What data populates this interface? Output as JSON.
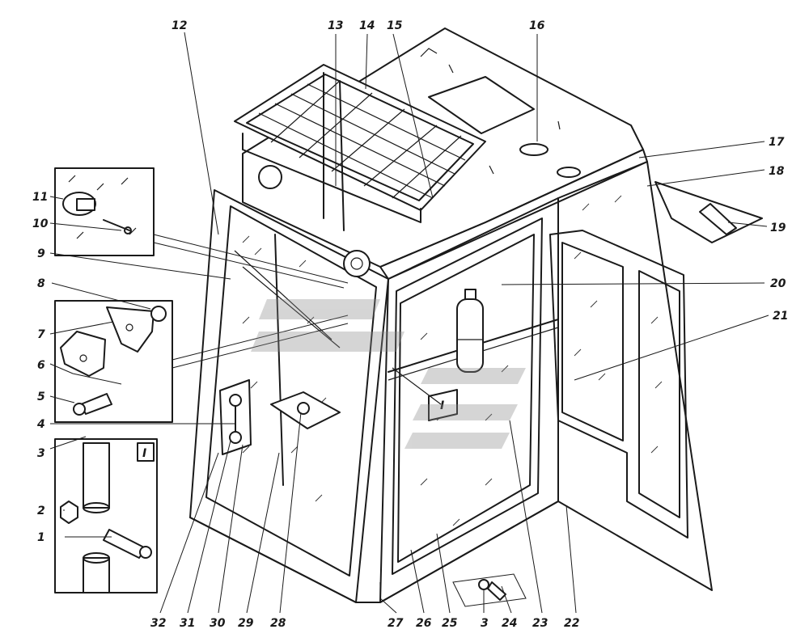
{
  "callouts": {
    "c1": "1",
    "c2": "2",
    "c3": "3",
    "c3b": "3",
    "c4": "4",
    "c5": "5",
    "c6": "6",
    "c7": "7",
    "c8": "8",
    "c9": "9",
    "c10": "10",
    "c11": "11",
    "c12": "12",
    "c13": "13",
    "c14": "14",
    "c15": "15",
    "c16": "16",
    "c17": "17",
    "c18": "18",
    "c19": "19",
    "c20": "20",
    "c21": "21",
    "c22": "22",
    "c23": "23",
    "c24": "24",
    "c25": "25",
    "c26": "26",
    "c27": "27",
    "c28": "28",
    "c29": "29",
    "c30": "30",
    "c31": "31",
    "c32": "32"
  },
  "inset_mark": "I",
  "cab_mark": "I",
  "colors": {
    "line": "#1a1a1a",
    "watermark": "#8a8a8a"
  }
}
